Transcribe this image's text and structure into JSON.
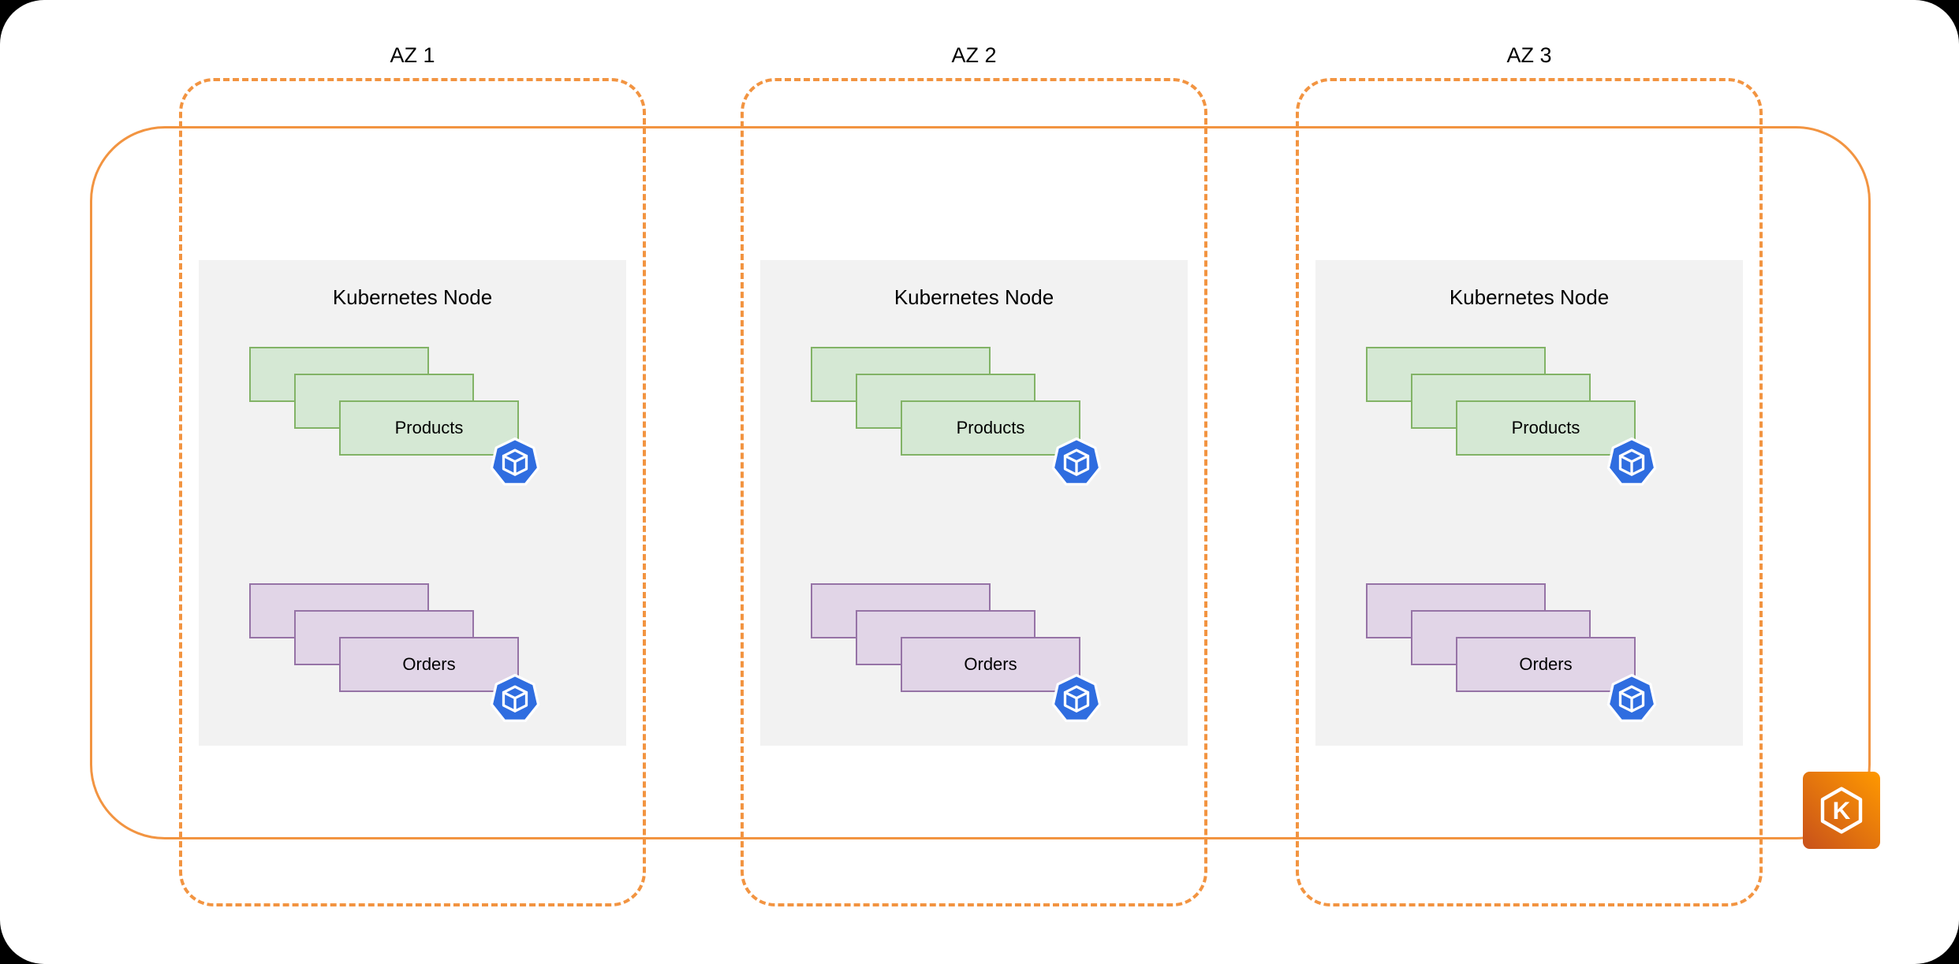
{
  "diagram": {
    "azs": [
      {
        "label": "AZ 1",
        "node": {
          "title": "Kubernetes Node",
          "deployments": [
            {
              "label": "Products",
              "stack_count": 3,
              "fill": "#d5e8d4",
              "border": "#82b366",
              "icon": "kubernetes-pod-icon"
            },
            {
              "label": "Orders",
              "stack_count": 3,
              "fill": "#e1d5e7",
              "border": "#9673a6",
              "icon": "kubernetes-pod-icon"
            }
          ]
        }
      },
      {
        "label": "AZ 2",
        "node": {
          "title": "Kubernetes Node",
          "deployments": [
            {
              "label": "Products",
              "stack_count": 3,
              "fill": "#d5e8d4",
              "border": "#82b366",
              "icon": "kubernetes-pod-icon"
            },
            {
              "label": "Orders",
              "stack_count": 3,
              "fill": "#e1d5e7",
              "border": "#9673a6",
              "icon": "kubernetes-pod-icon"
            }
          ]
        }
      },
      {
        "label": "AZ 3",
        "node": {
          "title": "Kubernetes Node",
          "deployments": [
            {
              "label": "Products",
              "stack_count": 3,
              "fill": "#d5e8d4",
              "border": "#82b366",
              "icon": "kubernetes-pod-icon"
            },
            {
              "label": "Orders",
              "stack_count": 3,
              "fill": "#e1d5e7",
              "border": "#9673a6",
              "icon": "kubernetes-pod-icon"
            }
          ]
        }
      }
    ],
    "cluster": {
      "icon": "eks-icon",
      "border_color": "#f29441"
    },
    "colors": {
      "az_border": "#f29441",
      "node_fill": "#f2f2f2",
      "pod_icon_blue": "#2f6de0",
      "canvas": "#ffffff",
      "background": "#000000"
    }
  }
}
